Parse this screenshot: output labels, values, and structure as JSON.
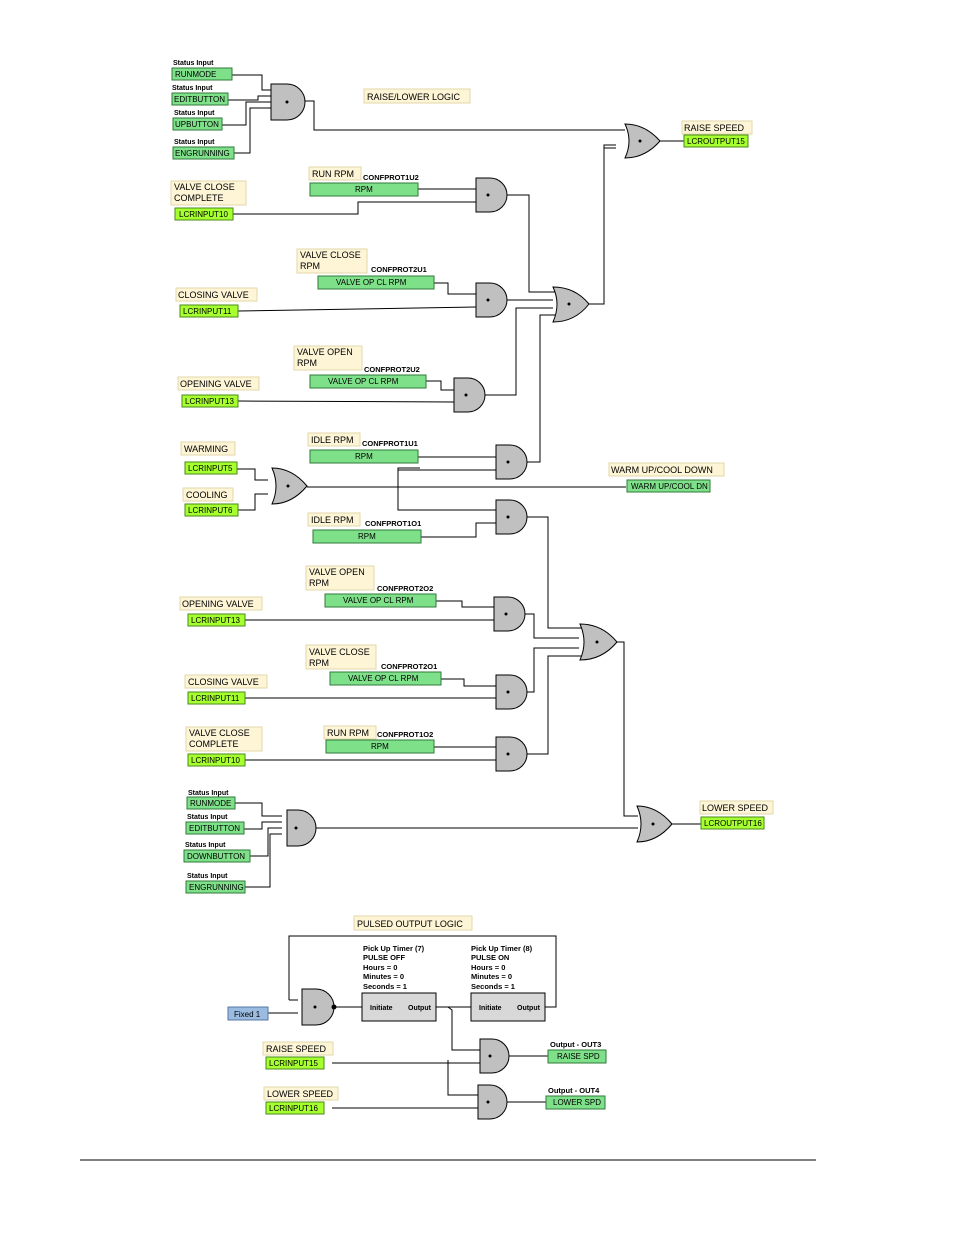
{
  "titles": {
    "raise_lower": "RAISE/LOWER LOGIC",
    "pulsed": "PULSED OUTPUT LOGIC"
  },
  "inputs": {
    "runmode_1": {
      "caption": "Status Input",
      "name": "RUNMODE"
    },
    "editbutton_1": {
      "caption": "Status Input",
      "name": "EDITBUTTON"
    },
    "upbutton": {
      "caption": "Status Input",
      "name": "UPBUTTON"
    },
    "engrunning_1": {
      "caption": "Status Input",
      "name": "ENGRUNNING"
    },
    "runmode_2": {
      "caption": "Status Input",
      "name": "RUNMODE"
    },
    "editbutton_2": {
      "caption": "Status Input",
      "name": "EDITBUTTON"
    },
    "downbutton": {
      "caption": "Status Input",
      "name": "DOWNBUTTON"
    },
    "engrunning_2": {
      "caption": "Status Input",
      "name": "ENGRUNNING"
    }
  },
  "notes": {
    "valve_close_complete_1": [
      "VALVE CLOSE",
      "COMPLETE"
    ],
    "closing_valve_1": "CLOSING VALVE",
    "opening_valve_1": "OPENING VALVE",
    "warming": "WARMING",
    "cooling": "COOLING",
    "opening_valve_2": "OPENING VALVE",
    "closing_valve_2": "CLOSING VALVE",
    "valve_close_complete_2": [
      "VALVE CLOSE",
      "COMPLETE"
    ],
    "run_rpm_1": "RUN RPM",
    "valve_close_rpm_1": [
      "VALVE CLOSE",
      "RPM"
    ],
    "valve_open_rpm_1": [
      "VALVE OPEN",
      "RPM"
    ],
    "idle_rpm_1": "IDLE RPM",
    "idle_rpm_2": "IDLE RPM",
    "valve_open_rpm_2": [
      "VALVE OPEN",
      "RPM"
    ],
    "valve_close_rpm_2": [
      "VALVE CLOSE",
      "RPM"
    ],
    "run_rpm_2": "RUN RPM",
    "raise_speed": "RAISE SPEED",
    "lower_speed": "LOWER SPEED",
    "warm_up_cool_down": "WARM UP/COOL DOWN",
    "raise_speed_2": "RAISE SPEED",
    "lower_speed_2": "LOWER SPEED"
  },
  "logic_inputs": {
    "lcrinput10_1": "LCRINPUT10",
    "lcrinput11_1": "LCRINPUT11",
    "lcrinput13_1": "LCRINPUT13",
    "lcrinput5": "LCRINPUT5",
    "lcrinput6": "LCRINPUT6",
    "lcrinput13_2": "LCRINPUT13",
    "lcrinput11_2": "LCRINPUT11",
    "lcrinput10_2": "LCRINPUT10",
    "lcrinput15": "LCRINPUT15",
    "lcrinput16": "LCRINPUT16"
  },
  "protections": {
    "p1": {
      "tag": "CONFPROT1U2",
      "value": "RPM"
    },
    "p2": {
      "tag": "CONFPROT2U1",
      "value": "VALVE OP CL RPM"
    },
    "p3": {
      "tag": "CONFPROT2U2",
      "value": "VALVE OP CL RPM"
    },
    "p4": {
      "tag": "CONFPROT1U1",
      "value": "RPM"
    },
    "p5": {
      "tag": "CONFPROT1O1",
      "value": "RPM"
    },
    "p6": {
      "tag": "CONFPROT2O2",
      "value": "VALVE OP CL RPM"
    },
    "p7": {
      "tag": "CONFPROT2O1",
      "value": "VALVE OP CL RPM"
    },
    "p8": {
      "tag": "CONFPROT1O2",
      "value": "RPM"
    }
  },
  "outputs": {
    "lcroutput15": "LCROUTPUT15",
    "lcroutput16": "LCROUTPUT16",
    "warm_up_cool_dn": "WARM UP/COOL DN",
    "out3_caption": "Output - OUT3",
    "out3_value": "RAISE SPD",
    "out4_caption": "Output - OUT4",
    "out4_value": "LOWER SPD"
  },
  "fixed": "Fixed 1",
  "timers": {
    "t7": {
      "title": "Pick Up Timer (7)",
      "mode": "PULSE OFF",
      "hours": "Hours = 0",
      "minutes": "Minutes = 0",
      "seconds": "Seconds = 1",
      "initiate": "Initiate",
      "output": "Output"
    },
    "t8": {
      "title": "Pick Up Timer (8)",
      "mode": "PULSE ON",
      "hours": "Hours = 0",
      "minutes": "Minutes = 0",
      "seconds": "Seconds = 1",
      "initiate": "Initiate",
      "output": "Output"
    }
  }
}
